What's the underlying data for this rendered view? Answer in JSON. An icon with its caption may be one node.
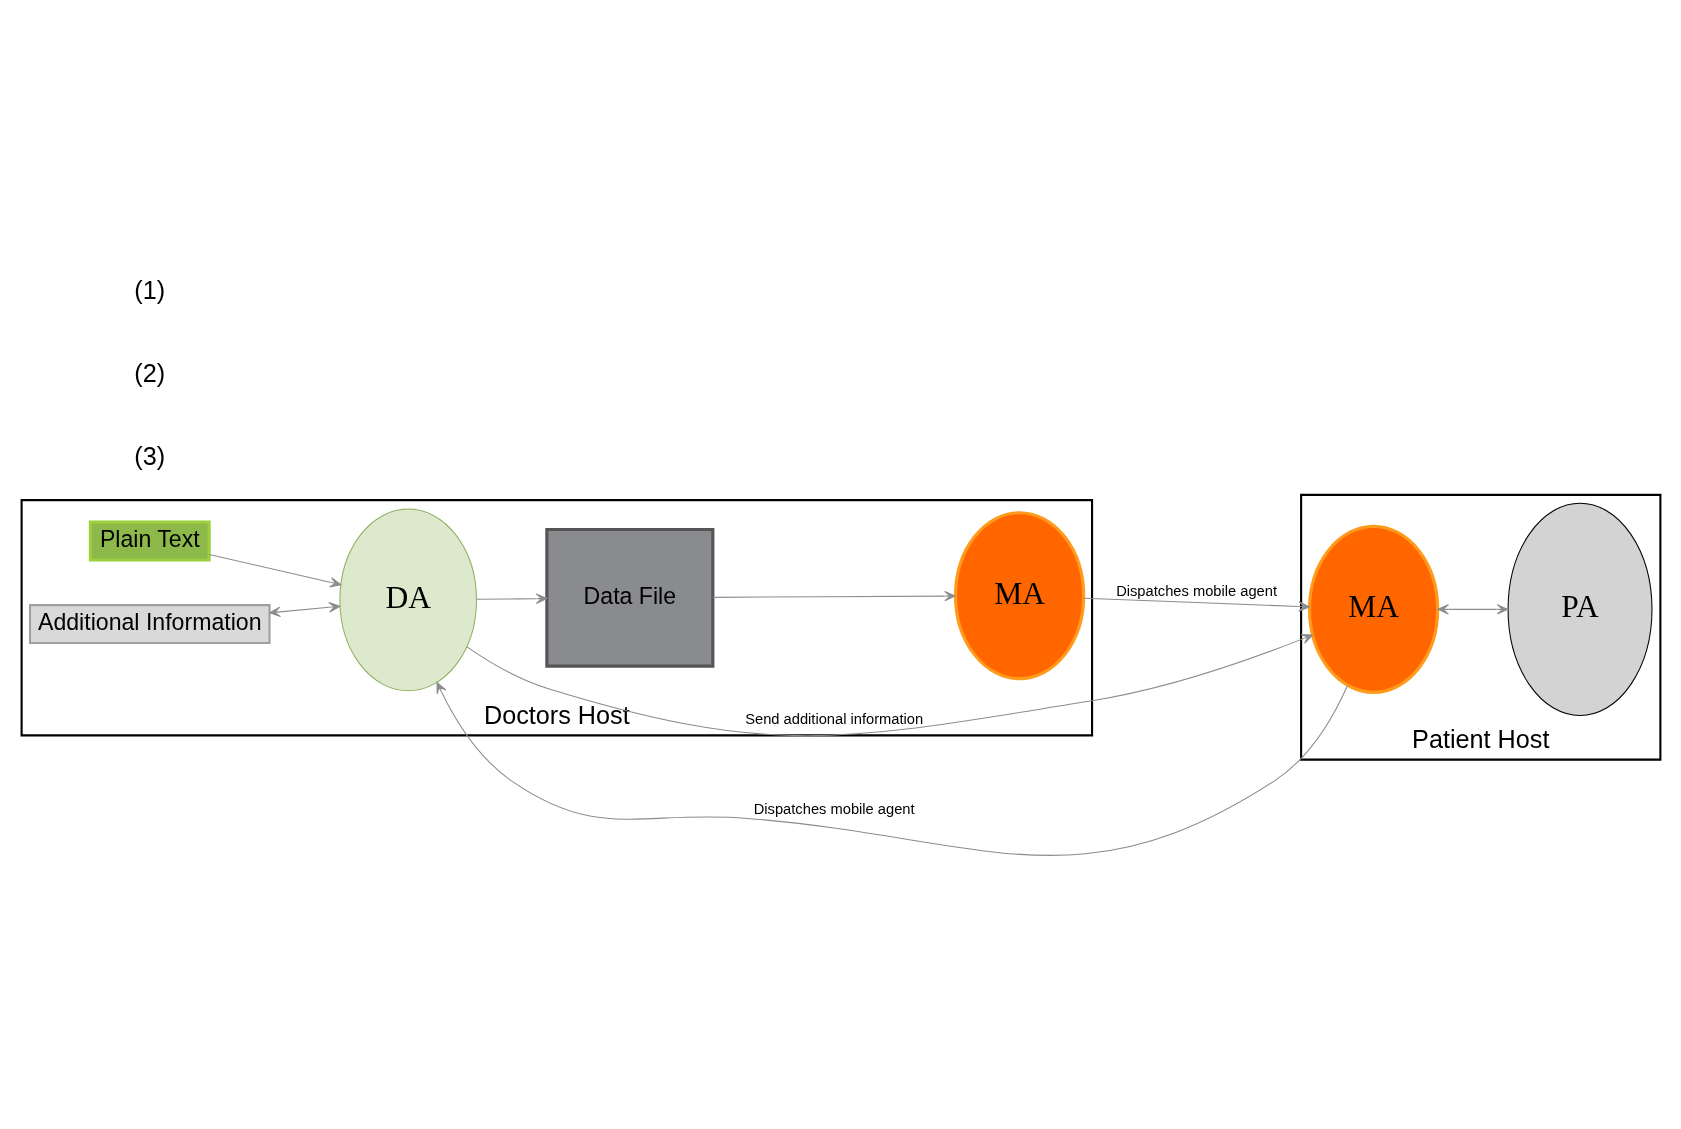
{
  "diagram": {
    "nodes": [
      {
        "text": [
          "Doctors Host"
        ]
      },
      {
        "text": [
          "Patient Host"
        ]
      },
      {
        "text": [
          "Plain Text"
        ],
        "in": 0
      },
      {
        "text": [
          "DA"
        ],
        "in": 0
      },
      {
        "text": [
          "Data File"
        ],
        "in": 0
      },
      {
        "text": [
          "MA"
        ],
        "in": 0
      },
      {
        "text": [
          "Additional Information"
        ],
        "in": 0
      },
      {
        "text": [
          "MA"
        ],
        "in": 1
      },
      {
        "text": [
          "PA"
        ],
        "in": 1
      }
    ],
    "edges": [
      {
        "from": 2,
        "to": 3,
        "arrow": "to"
      },
      {
        "from": 3,
        "to": 4,
        "arrow": "to"
      },
      {
        "from": 4,
        "to": 5,
        "arrow": "to"
      },
      {
        "from": 6,
        "to": 3,
        "arrow": "both"
      },
      {
        "from": 5,
        "to": 7,
        "arrow": "to",
        "label": "Dispatches mobile agent"
      },
      {
        "from": 7,
        "to": 3,
        "arrow": "to",
        "label": "Dispatches mobile agent"
      },
      {
        "from": 3,
        "to": 7,
        "arrow": "to",
        "label": "Send additional information"
      },
      {
        "from": 7,
        "to": 8,
        "arrow": "both"
      }
    ],
    "labels": [
      "(3)",
      "(2)",
      "(1)"
    ]
  }
}
